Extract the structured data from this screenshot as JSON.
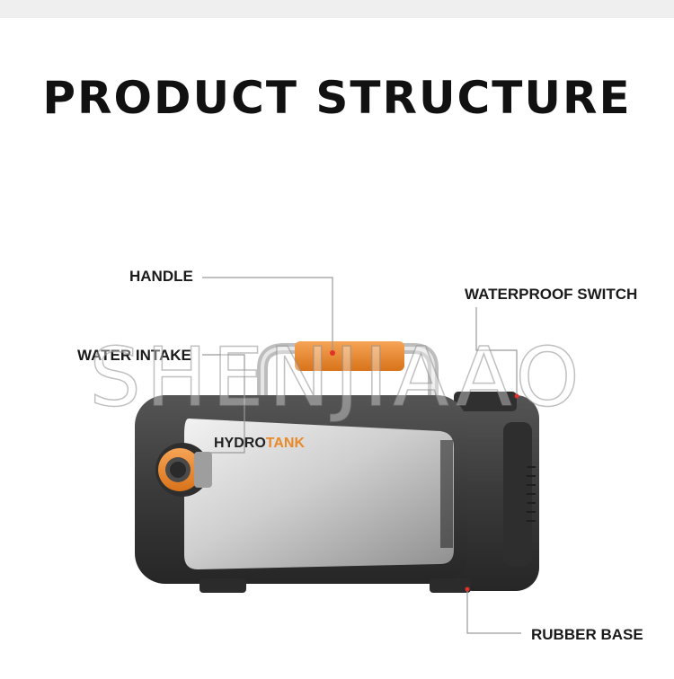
{
  "title": "PRODUCT STRUCTURE",
  "brand": {
    "part1": "HYDRO",
    "part2": "TANK",
    "accent": "#e98a2a"
  },
  "labels": {
    "handle": "HANDLE",
    "waterproof_switch": "WATERPROOF SWITCH",
    "water_intake": "WATER INTAKE",
    "rubber_base": "RUBBER BASE"
  },
  "watermark": "SHENJIAAO",
  "colors": {
    "body_dark": "#3a3a3a",
    "panel_steel": "#c9c9c9",
    "leader": "#9a9a9a",
    "marker": "#e0322a"
  }
}
